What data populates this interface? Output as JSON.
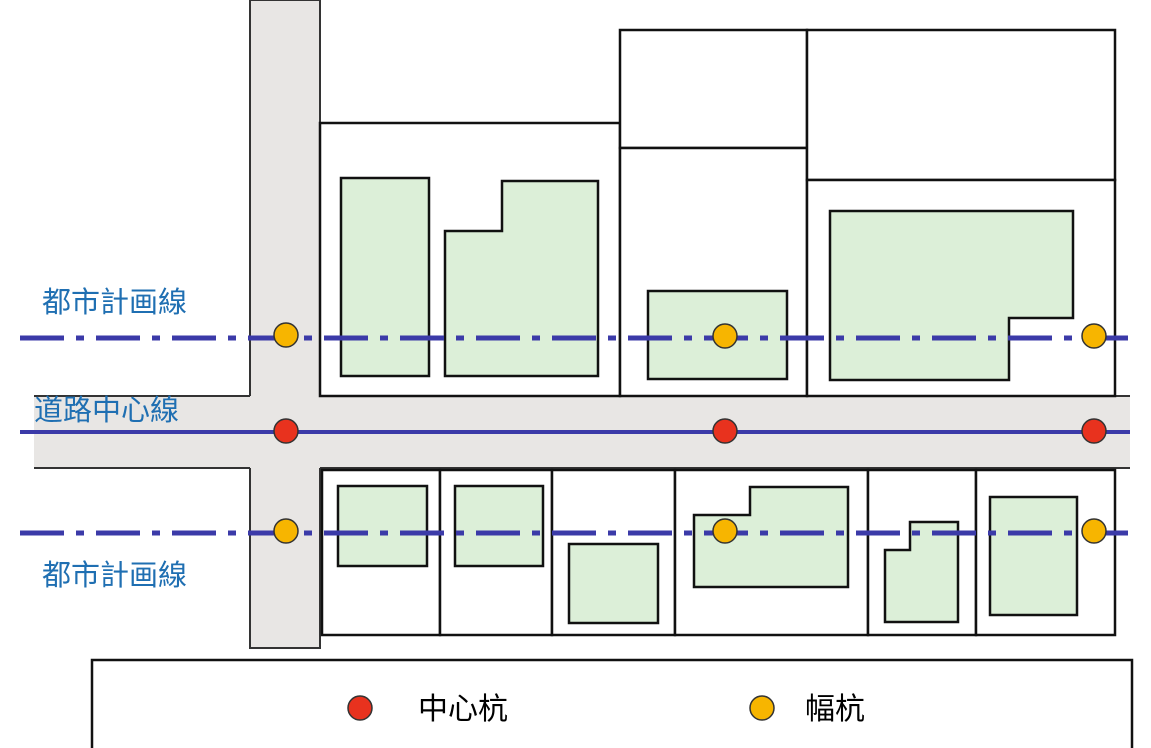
{
  "labels": {
    "city_plan_line_top": "都市計画線",
    "road_center_line": "道路中心線",
    "city_plan_line_bottom": "都市計画線"
  },
  "legend": {
    "center_stake": "中心杭",
    "width_stake": "幅杭"
  },
  "colors": {
    "road": "#e8e6e4",
    "building": "#dcefd8",
    "line": "#3b3aa8",
    "center_stake": "#e8321e",
    "width_stake": "#f7b500",
    "label_text": "#1f6fb2"
  }
}
